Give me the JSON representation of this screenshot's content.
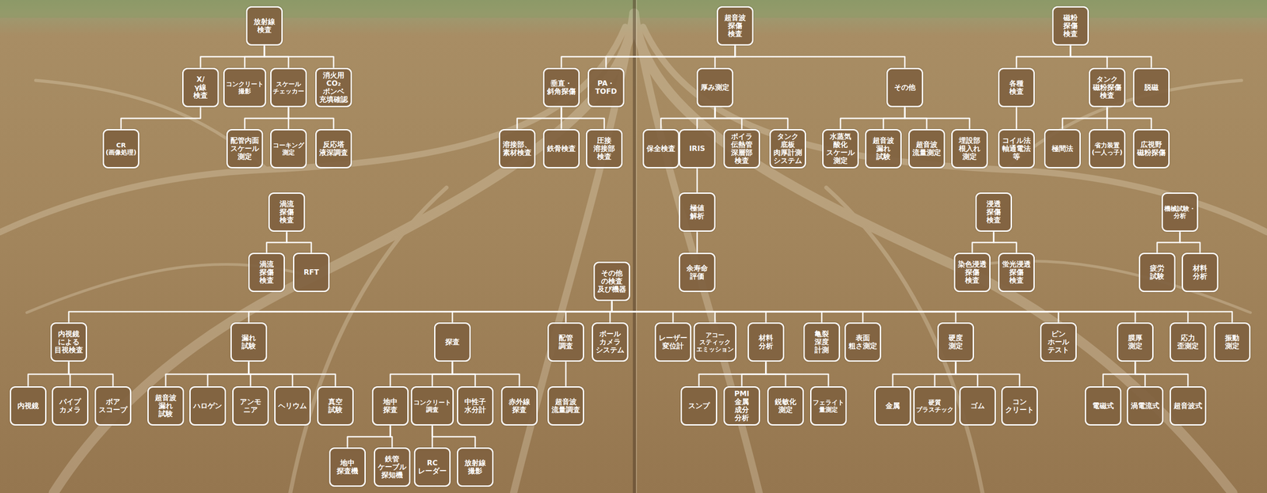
{
  "diagram": {
    "nodes": [
      {
        "text": [
          "放射線 検査"
        ]
      },
      {
        "text": [
          "X/γ線 検査"
        ]
      },
      {
        "text": [
          "コンクリート 撮影"
        ]
      },
      {
        "text": [
          "スケール チェッカー"
        ]
      },
      {
        "text": [
          "消火用 CO₂ ボンベ 充填確認"
        ]
      },
      {
        "text": [
          "CR (画像処理)"
        ]
      },
      {
        "text": [
          "配管内面 スケール 測定"
        ]
      },
      {
        "text": [
          "コーキング 測定"
        ]
      },
      {
        "text": [
          "反応塔 液深調査"
        ]
      },
      {
        "text": [
          "超音波 探傷 検査"
        ]
      },
      {
        "text": [
          "垂直・ 斜角探傷"
        ]
      },
      {
        "text": [
          "PA・ TOFD"
        ]
      },
      {
        "text": [
          "厚み測定"
        ]
      },
      {
        "text": [
          "その他"
        ]
      },
      {
        "text": [
          "溶接部、 素材検査"
        ]
      },
      {
        "text": [
          "鉄骨検査"
        ]
      },
      {
        "text": [
          "圧接 溶接部 検査"
        ]
      },
      {
        "text": [
          "保全検査"
        ]
      },
      {
        "text": [
          "IRIS"
        ]
      },
      {
        "text": [
          "ボイラ 伝熱管 深層部 検査"
        ]
      },
      {
        "text": [
          "タンク 底板 肉厚計測 システム"
        ]
      },
      {
        "text": [
          "水蒸気 酸化 スケール 測定"
        ]
      },
      {
        "text": [
          "超音波 漏れ 試験"
        ]
      },
      {
        "text": [
          "超音波 流量測定"
        ]
      },
      {
        "text": [
          "埋設部 根入れ 測定"
        ]
      },
      {
        "text": [
          "極値 解析"
        ]
      },
      {
        "text": [
          "余寿命 評価"
        ]
      },
      {
        "text": [
          "磁粉 探傷 検査"
        ]
      },
      {
        "text": [
          "各種 検査"
        ]
      },
      {
        "text": [
          "タンク 磁粉探傷 検査"
        ]
      },
      {
        "text": [
          "脱磁"
        ]
      },
      {
        "text": [
          "コイル法 軸通電法 等"
        ]
      },
      {
        "text": [
          "極間法"
        ]
      },
      {
        "text": [
          "省力装置 (一人っ子)"
        ]
      },
      {
        "text": [
          "広視野 磁粉探傷"
        ]
      },
      {
        "text": [
          "渦流 探傷 検査"
        ]
      },
      {
        "text": [
          "渦流 探傷 検査"
        ]
      },
      {
        "text": [
          "RFT"
        ]
      },
      {
        "text": [
          "浸透 探傷 検査"
        ]
      },
      {
        "text": [
          "染色浸透 探傷 検査"
        ]
      },
      {
        "text": [
          "蛍光浸透 探傷 検査"
        ]
      },
      {
        "text": [
          "機械試験・ 分析"
        ]
      },
      {
        "text": [
          "疲労 試験"
        ]
      },
      {
        "text": [
          "材料 分析"
        ]
      },
      {
        "text": [
          "その他 の検査 及び機器"
        ]
      },
      {
        "text": [
          "内視鏡 による 目視検査"
        ]
      },
      {
        "text": [
          "漏れ 試験"
        ]
      },
      {
        "text": [
          "探査"
        ]
      },
      {
        "text": [
          "配管 調査"
        ]
      },
      {
        "text": [
          "ボール カメラ システム"
        ]
      },
      {
        "text": [
          "レーザー 変位計"
        ]
      },
      {
        "text": [
          "アコー スティック エミッション"
        ]
      },
      {
        "text": [
          "材料 分析"
        ]
      },
      {
        "text": [
          "亀裂 深度 計測"
        ]
      },
      {
        "text": [
          "表面 粗さ測定"
        ]
      },
      {
        "text": [
          "硬度 測定"
        ]
      },
      {
        "text": [
          "ピン ホール テスト"
        ]
      },
      {
        "text": [
          "膜厚 測定"
        ]
      },
      {
        "text": [
          "応力 歪測定"
        ]
      },
      {
        "text": [
          "振動 測定"
        ]
      },
      {
        "text": [
          "内視鏡"
        ]
      },
      {
        "text": [
          "パイプ カメラ"
        ]
      },
      {
        "text": [
          "ボア スコープ"
        ]
      },
      {
        "text": [
          "超音波 漏れ 試験"
        ]
      },
      {
        "text": [
          "ハロゲン"
        ]
      },
      {
        "text": [
          "アンモ ニア"
        ]
      },
      {
        "text": [
          "ヘリウム"
        ]
      },
      {
        "text": [
          "真空 試験"
        ]
      },
      {
        "text": [
          "地中 探査"
        ]
      },
      {
        "text": [
          "コンクリート 調査"
        ]
      },
      {
        "text": [
          "中性子 水分計"
        ]
      },
      {
        "text": [
          "赤外線 探査"
        ]
      },
      {
        "text": [
          "超音波 流量調査"
        ]
      },
      {
        "text": [
          "スンプ"
        ]
      },
      {
        "text": [
          "PMI 金属 成分 分析"
        ]
      },
      {
        "text": [
          "鋭敏化 測定"
        ]
      },
      {
        "text": [
          "フェライト 量測定"
        ]
      },
      {
        "text": [
          "金属"
        ]
      },
      {
        "text": [
          "硬質 プラスチック"
        ]
      },
      {
        "text": [
          "ゴム"
        ]
      },
      {
        "text": [
          "コン クリート"
        ]
      },
      {
        "text": [
          "電磁式"
        ]
      },
      {
        "text": [
          "渦電流式"
        ]
      },
      {
        "text": [
          "超音波式"
        ]
      },
      {
        "text": [
          "地中 探査機"
        ]
      },
      {
        "text": [
          "鉄管 ケーブル 探知機"
        ]
      },
      {
        "text": [
          "RC レーダー"
        ]
      },
      {
        "text": [
          "放射線 撮影"
        ]
      }
    ],
    "edges": [
      {
        "from": 0,
        "to": 1,
        "arrow": "none"
      },
      {
        "from": 0,
        "to": 2,
        "arrow": "none"
      },
      {
        "from": 0,
        "to": 3,
        "arrow": "none"
      },
      {
        "from": 0,
        "to": 4,
        "arrow": "none"
      },
      {
        "from": 1,
        "to": 5,
        "arrow": "none"
      },
      {
        "from": 3,
        "to": 6,
        "arrow": "none"
      },
      {
        "from": 3,
        "to": 7,
        "arrow": "none"
      },
      {
        "from": 3,
        "to": 8,
        "arrow": "none"
      },
      {
        "from": 9,
        "to": 10,
        "arrow": "none"
      },
      {
        "from": 9,
        "to": 11,
        "arrow": "none"
      },
      {
        "from": 9,
        "to": 12,
        "arrow": "none"
      },
      {
        "from": 9,
        "to": 13,
        "arrow": "none"
      },
      {
        "from": 10,
        "to": 14,
        "arrow": "none"
      },
      {
        "from": 10,
        "to": 15,
        "arrow": "none"
      },
      {
        "from": 10,
        "to": 16,
        "arrow": "none"
      },
      {
        "from": 12,
        "to": 17,
        "arrow": "none"
      },
      {
        "from": 12,
        "to": 18,
        "arrow": "none"
      },
      {
        "from": 12,
        "to": 19,
        "arrow": "none"
      },
      {
        "from": 12,
        "to": 20,
        "arrow": "none"
      },
      {
        "from": 13,
        "to": 21,
        "arrow": "none"
      },
      {
        "from": 13,
        "to": 22,
        "arrow": "none"
      },
      {
        "from": 13,
        "to": 23,
        "arrow": "none"
      },
      {
        "from": 13,
        "to": 24,
        "arrow": "none"
      },
      {
        "from": 18,
        "to": 25,
        "arrow": "none"
      },
      {
        "from": 25,
        "to": 26,
        "arrow": "none"
      },
      {
        "from": 27,
        "to": 28,
        "arrow": "none"
      },
      {
        "from": 27,
        "to": 29,
        "arrow": "none"
      },
      {
        "from": 27,
        "to": 30,
        "arrow": "none"
      },
      {
        "from": 28,
        "to": 31,
        "arrow": "none"
      },
      {
        "from": 29,
        "to": 32,
        "arrow": "none"
      },
      {
        "from": 29,
        "to": 33,
        "arrow": "none"
      },
      {
        "from": 29,
        "to": 34,
        "arrow": "none"
      },
      {
        "from": 35,
        "to": 36,
        "arrow": "none"
      },
      {
        "from": 35,
        "to": 37,
        "arrow": "none"
      },
      {
        "from": 38,
        "to": 39,
        "arrow": "none"
      },
      {
        "from": 38,
        "to": 40,
        "arrow": "none"
      },
      {
        "from": 41,
        "to": 42,
        "arrow": "none"
      },
      {
        "from": 41,
        "to": 43,
        "arrow": "none"
      },
      {
        "from": 44,
        "to": 45,
        "arrow": "none"
      },
      {
        "from": 44,
        "to": 46,
        "arrow": "none"
      },
      {
        "from": 44,
        "to": 47,
        "arrow": "none"
      },
      {
        "from": 44,
        "to": 48,
        "arrow": "none"
      },
      {
        "from": 44,
        "to": 49,
        "arrow": "none"
      },
      {
        "from": 44,
        "to": 50,
        "arrow": "none"
      },
      {
        "from": 44,
        "to": 51,
        "arrow": "none"
      },
      {
        "from": 44,
        "to": 52,
        "arrow": "none"
      },
      {
        "from": 44,
        "to": 53,
        "arrow": "none"
      },
      {
        "from": 44,
        "to": 54,
        "arrow": "none"
      },
      {
        "from": 44,
        "to": 55,
        "arrow": "none"
      },
      {
        "from": 44,
        "to": 56,
        "arrow": "none"
      },
      {
        "from": 44,
        "to": 57,
        "arrow": "none"
      },
      {
        "from": 44,
        "to": 58,
        "arrow": "none"
      },
      {
        "from": 44,
        "to": 59,
        "arrow": "none"
      },
      {
        "from": 45,
        "to": 60,
        "arrow": "none"
      },
      {
        "from": 45,
        "to": 61,
        "arrow": "none"
      },
      {
        "from": 45,
        "to": 62,
        "arrow": "none"
      },
      {
        "from": 46,
        "to": 63,
        "arrow": "none"
      },
      {
        "from": 46,
        "to": 64,
        "arrow": "none"
      },
      {
        "from": 46,
        "to": 65,
        "arrow": "none"
      },
      {
        "from": 46,
        "to": 66,
        "arrow": "none"
      },
      {
        "from": 46,
        "to": 67,
        "arrow": "none"
      },
      {
        "from": 47,
        "to": 68,
        "arrow": "none"
      },
      {
        "from": 47,
        "to": 69,
        "arrow": "none"
      },
      {
        "from": 47,
        "to": 70,
        "arrow": "none"
      },
      {
        "from": 47,
        "to": 71,
        "arrow": "none"
      },
      {
        "from": 48,
        "to": 72,
        "arrow": "none"
      },
      {
        "from": 52,
        "to": 73,
        "arrow": "none"
      },
      {
        "from": 52,
        "to": 74,
        "arrow": "none"
      },
      {
        "from": 52,
        "to": 75,
        "arrow": "none"
      },
      {
        "from": 52,
        "to": 76,
        "arrow": "none"
      },
      {
        "from": 55,
        "to": 77,
        "arrow": "none"
      },
      {
        "from": 55,
        "to": 78,
        "arrow": "none"
      },
      {
        "from": 55,
        "to": 79,
        "arrow": "none"
      },
      {
        "from": 55,
        "to": 80,
        "arrow": "none"
      },
      {
        "from": 57,
        "to": 81,
        "arrow": "none"
      },
      {
        "from": 57,
        "to": 82,
        "arrow": "none"
      },
      {
        "from": 57,
        "to": 83,
        "arrow": "none"
      },
      {
        "from": 68,
        "to": 84,
        "arrow": "none"
      },
      {
        "from": 68,
        "to": 85,
        "arrow": "none"
      },
      {
        "from": 69,
        "to": 86,
        "arrow": "none"
      },
      {
        "from": 69,
        "to": 87,
        "arrow": "none"
      }
    ]
  }
}
